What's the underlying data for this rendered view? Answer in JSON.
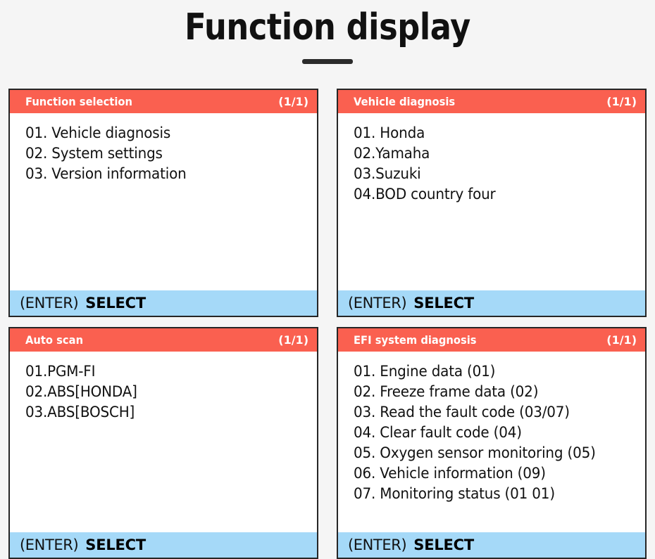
{
  "header": {
    "title": "Function display"
  },
  "theme": {
    "header_bar_color": "#fa6050",
    "footer_bar_color": "#a5d9f8",
    "panel_border_color": "#262626",
    "page_background": "#f5f5f5",
    "header_text_color": "#ffffff",
    "body_text_color": "#111111"
  },
  "panels": [
    {
      "header_title": "Function selection",
      "page_indicator": "(1/1)",
      "items": [
        "01. Vehicle diagnosis",
        "02. System settings",
        "03. Version information"
      ],
      "footer": {
        "key": "(ENTER)",
        "action": "SELECT"
      }
    },
    {
      "header_title": "Vehicle diagnosis",
      "page_indicator": "(1/1)",
      "items": [
        "01. Honda",
        "02.Yamaha",
        "03.Suzuki",
        "04.BOD country four"
      ],
      "footer": {
        "key": "(ENTER)",
        "action": "SELECT"
      }
    },
    {
      "header_title": "Auto scan",
      "page_indicator": "(1/1)",
      "items": [
        "01.PGM-FI",
        "02.ABS[HONDA]",
        "03.ABS[BOSCH]"
      ],
      "footer": {
        "key": "(ENTER)",
        "action": "SELECT"
      }
    },
    {
      "header_title": "EFI system diagnosis",
      "page_indicator": "(1/1)",
      "items": [
        "01. Engine data (01)",
        "02. Freeze frame data (02)",
        "03. Read the fault code (03/07)",
        "04. Clear fault code (04)",
        "05. Oxygen sensor monitoring (05)",
        "06. Vehicle information (09)",
        "07. Monitoring status (01 01)"
      ],
      "footer": {
        "key": "(ENTER)",
        "action": "SELECT"
      }
    }
  ]
}
